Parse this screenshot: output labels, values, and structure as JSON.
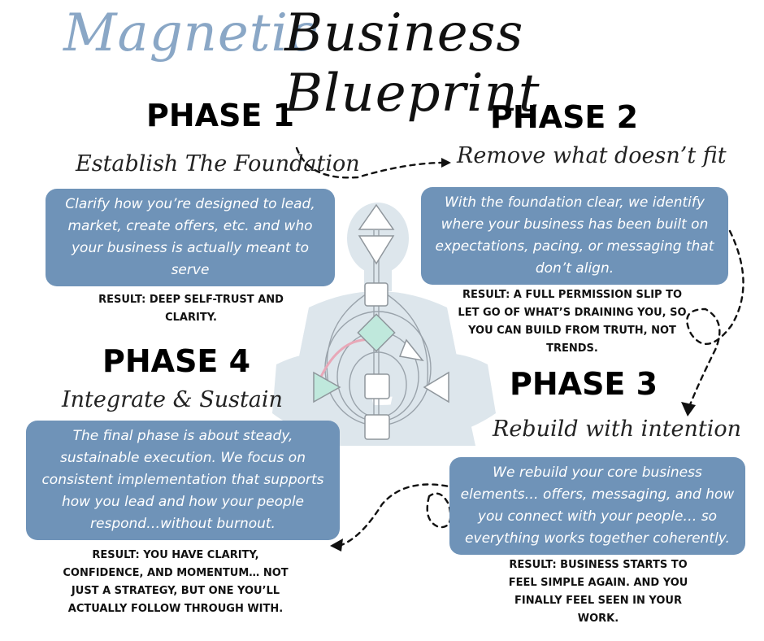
{
  "title": {
    "part1": "Magnetic",
    "part2": "Business Blueprint"
  },
  "colors": {
    "bubble": "#6f93b8",
    "title_accent": "#8aa7c6",
    "figure": "#dde6ec",
    "teal": "#bfe8dc",
    "pin": "#2fb38a"
  },
  "phases": [
    {
      "heading": "PHASE 1",
      "subtitle": "Establish The Foundation",
      "description": "Clarify how you’re designed to lead, market, create offers, etc. and who your business is actually meant to serve",
      "result": "RESULT: DEEP SELF-TRUST AND CLARITY."
    },
    {
      "heading": "PHASE 2",
      "subtitle": "Remove what doesn’t fit",
      "description": "With the foundation clear, we identify where your business has been built on expectations, pacing, or messaging that don’t align.",
      "result": "RESULT: A FULL PERMISSION SLIP TO LET GO OF WHAT’S DRAINING YOU, SO YOU CAN BUILD FROM TRUTH, NOT TRENDS."
    },
    {
      "heading": "PHASE 3",
      "subtitle": "Rebuild with intention",
      "description": "We rebuild your core business elements… offers, messaging, and how you connect with your people… so everything works together coherently.",
      "result": "RESULT: BUSINESS STARTS TO FEEL SIMPLE AGAIN. AND YOU FINALLY FEEL SEEN IN YOUR WORK."
    },
    {
      "heading": "PHASE 4",
      "subtitle": "Integrate & Sustain",
      "description": "The final phase is about steady, sustainable execution. We focus on consistent implementation that supports how you lead and how your people respond…without burnout.",
      "result": "RESULT: YOU HAVE CLARITY, CONFIDENCE, AND MOMENTUM… NOT JUST A STRATEGY, BUT ONE YOU’LL ACTUALLY FOLLOW THROUGH WITH."
    }
  ],
  "icons": {
    "center": "bodygraph-meditation-figure",
    "pin": "location-pin-icon",
    "arrows": "dashed-arrow"
  }
}
